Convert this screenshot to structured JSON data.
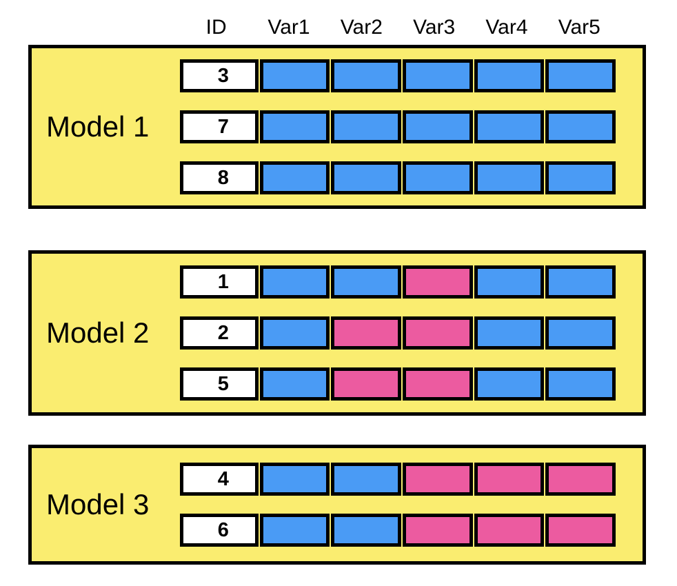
{
  "diagram": {
    "title_present": false,
    "columns": [
      "ID",
      "Var1",
      "Var2",
      "Var3",
      "Var4",
      "Var5"
    ],
    "legend_colors": {
      "panel_background": "#FAED70",
      "cell_blue": "#4A9BF5",
      "cell_pink": "#EC5BA0",
      "id_cell": "#FFFFFF",
      "border": "#000000"
    },
    "models": [
      {
        "label": "Model 1",
        "rows": [
          {
            "id": "3",
            "cells": [
              "blue",
              "blue",
              "blue",
              "blue",
              "blue"
            ]
          },
          {
            "id": "7",
            "cells": [
              "blue",
              "blue",
              "blue",
              "blue",
              "blue"
            ]
          },
          {
            "id": "8",
            "cells": [
              "blue",
              "blue",
              "blue",
              "blue",
              "blue"
            ]
          }
        ]
      },
      {
        "label": "Model 2",
        "rows": [
          {
            "id": "1",
            "cells": [
              "blue",
              "blue",
              "pink",
              "blue",
              "blue"
            ]
          },
          {
            "id": "2",
            "cells": [
              "blue",
              "pink",
              "pink",
              "blue",
              "blue"
            ]
          },
          {
            "id": "5",
            "cells": [
              "blue",
              "pink",
              "pink",
              "blue",
              "blue"
            ]
          }
        ]
      },
      {
        "label": "Model 3",
        "rows": [
          {
            "id": "4",
            "cells": [
              "blue",
              "blue",
              "pink",
              "pink",
              "pink"
            ]
          },
          {
            "id": "6",
            "cells": [
              "blue",
              "blue",
              "pink",
              "pink",
              "pink"
            ]
          }
        ]
      }
    ]
  }
}
